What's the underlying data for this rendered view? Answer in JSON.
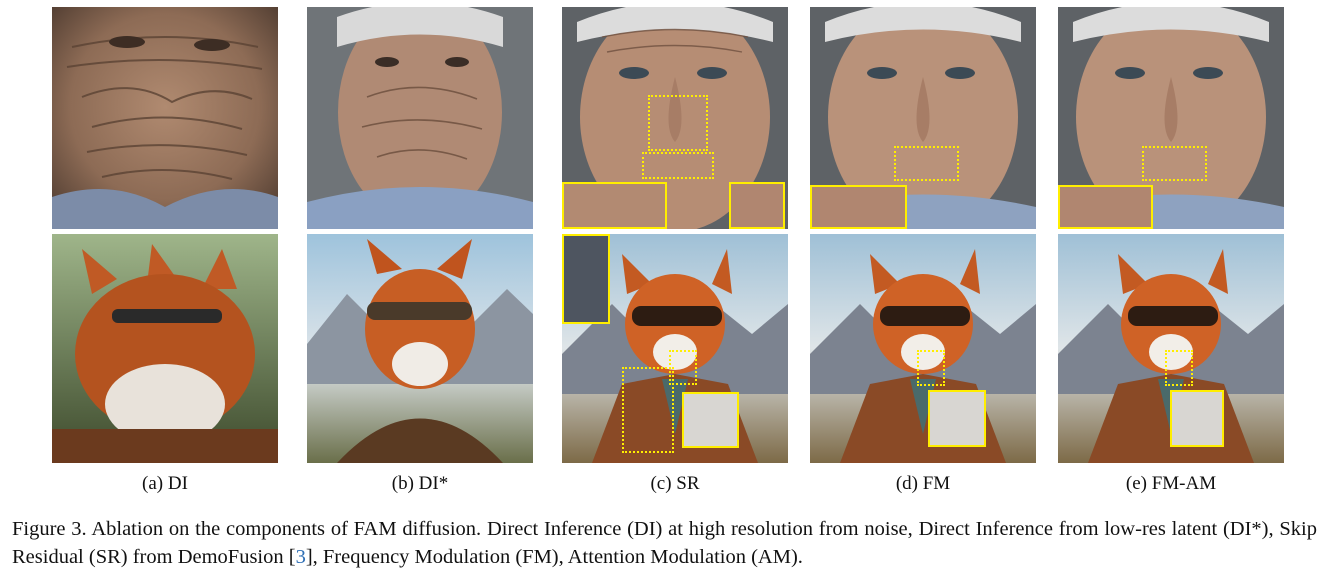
{
  "panels": [
    {
      "label": "(a) DI"
    },
    {
      "label": "(b) DI*"
    },
    {
      "label": "(c) SR"
    },
    {
      "label": "(d) FM"
    },
    {
      "label": "(e) FM-AM"
    }
  ],
  "caption": {
    "part1": "Figure 3. Ablation on the components of FAM diffusion. Direct Inference (DI) at high resolution from noise, Direct Inference from low-res latent (DI*), Skip Residual (SR) from DemoFusion [",
    "ref": "3",
    "part2": "], Frequency Modulation (FM), Attention Modulation (AM)."
  },
  "colors": {
    "highlight": "#ffee00",
    "reference_link": "#2f6fb5"
  }
}
